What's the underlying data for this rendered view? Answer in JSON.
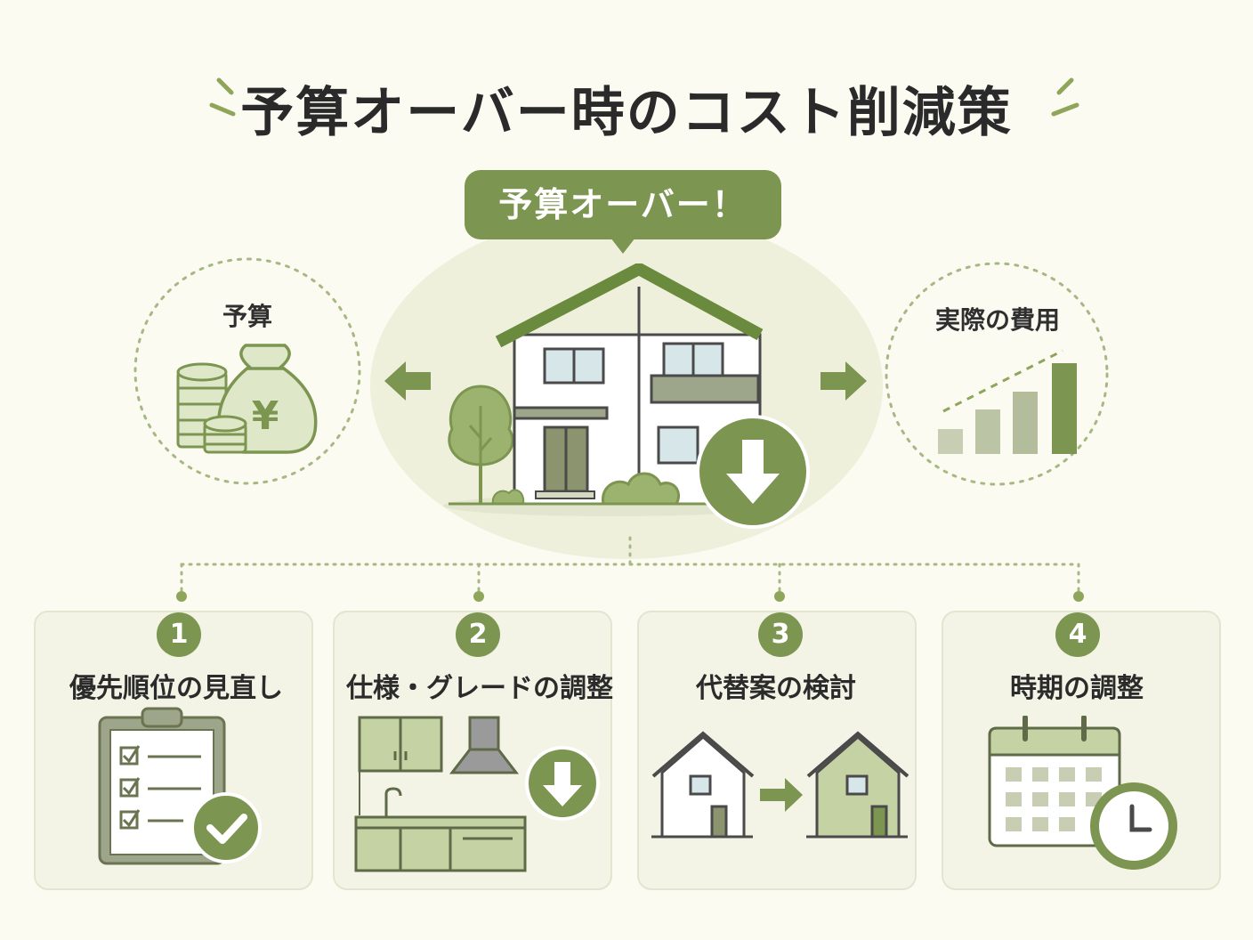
{
  "title": "予算オーバー時のコスト削減策",
  "alert": "予算オーバー！",
  "budget_label": "予算",
  "actual_label": "実際の費用",
  "yen_symbol": "¥",
  "steps": [
    {
      "num": "1",
      "label": "優先順位の見直し"
    },
    {
      "num": "2",
      "label": "仕様・グレードの調整"
    },
    {
      "num": "3",
      "label": "代替案の検討"
    },
    {
      "num": "4",
      "label": "時期の調整"
    }
  ],
  "colors": {
    "accent": "#7c9550",
    "light": "#c5d3a4",
    "background": "#fbfbf2"
  }
}
